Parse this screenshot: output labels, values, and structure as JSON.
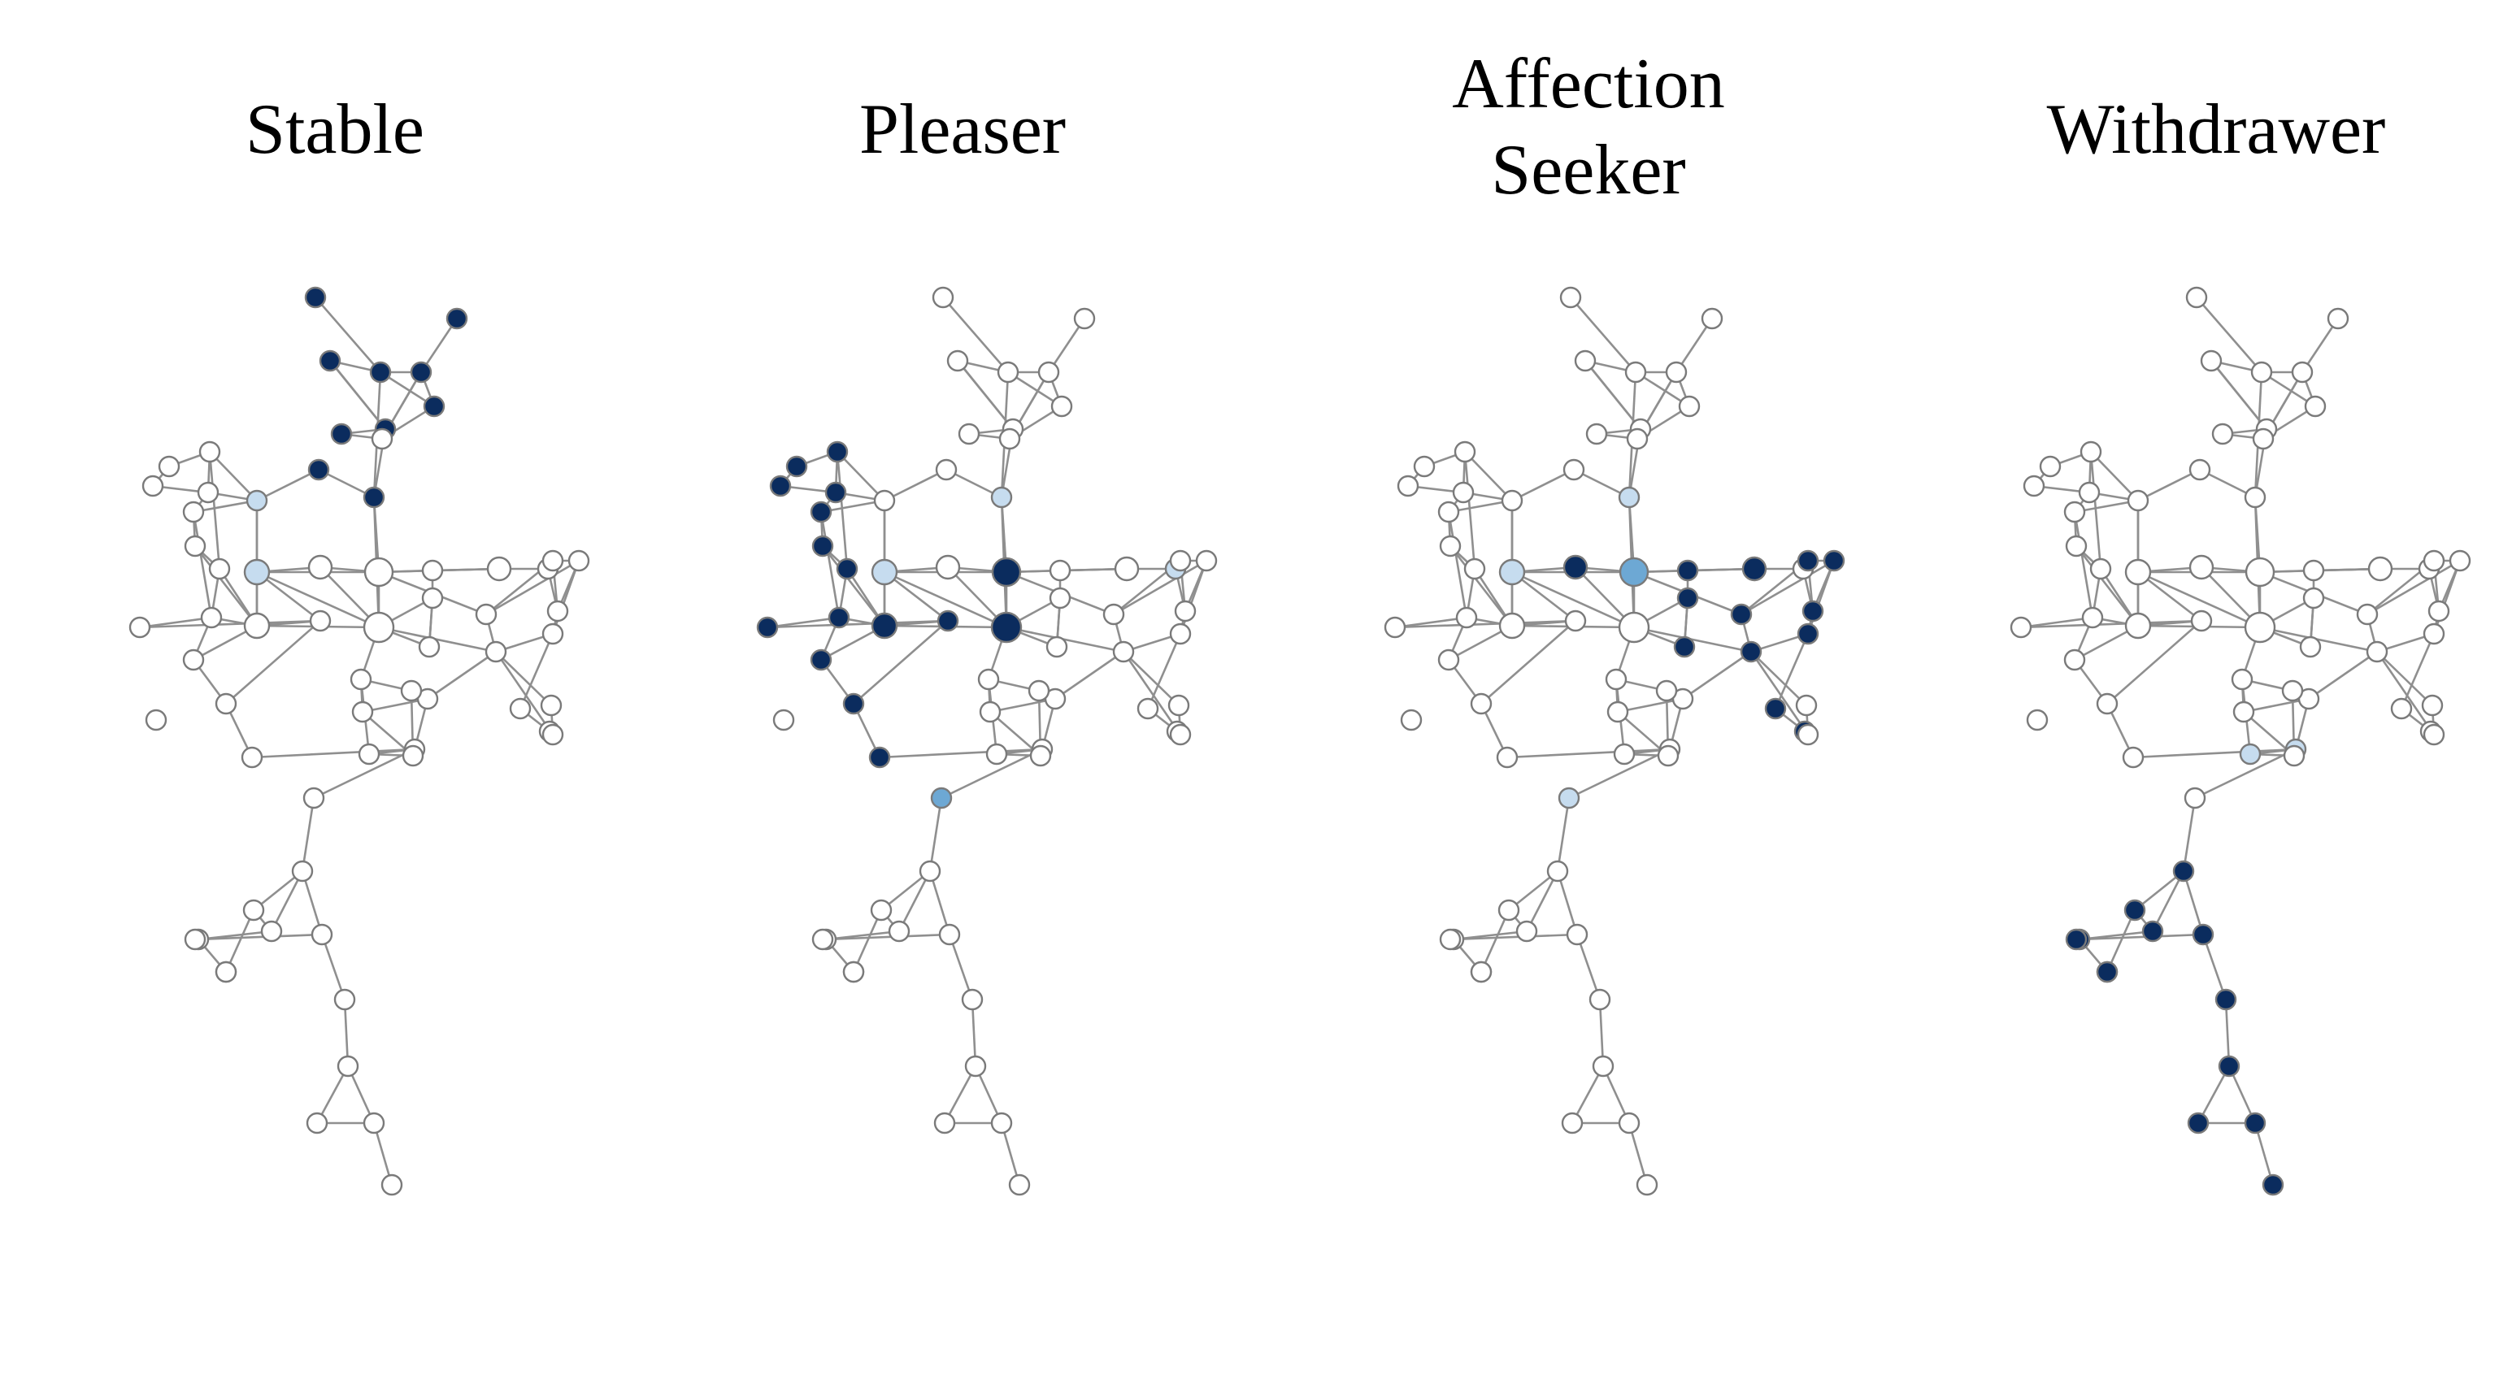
{
  "panels": [
    {
      "title_lines": [
        "Stable"
      ],
      "highlight": {
        "dark": [
          32,
          33,
          34,
          35,
          36,
          37,
          38,
          39,
          40,
          41
        ],
        "light": [
          30,
          2
        ]
      }
    },
    {
      "title_lines": [
        "Pleaser"
      ],
      "highlight": {
        "dark": [
          18,
          19,
          20,
          21,
          22,
          23,
          24,
          25,
          26,
          27,
          28,
          29,
          0,
          17,
          1,
          31
        ],
        "light": [
          2,
          5,
          40
        ],
        "mid": [
          48
        ]
      }
    },
    {
      "title_lines": [
        "Affection",
        "Seeker"
      ],
      "highlight": {
        "dark": [
          3,
          4,
          6,
          7,
          8,
          9,
          10,
          11,
          12,
          13,
          14,
          15,
          16
        ],
        "light": [
          2,
          40,
          48
        ],
        "mid": [
          1
        ]
      }
    },
    {
      "title_lines": [
        "Withdrawer"
      ],
      "highlight": {
        "dark": [
          49,
          50,
          51,
          52,
          53,
          54,
          55,
          56,
          57,
          58,
          59,
          60,
          61
        ],
        "light": [
          47,
          66
        ]
      }
    }
  ],
  "colors": {
    "dark": "#0b2c5e",
    "mid": "#6da8d4",
    "light": "#c6dcef",
    "base": "#ffffff",
    "edge": "#8f8f8f",
    "stroke": "#7a7a7a"
  }
}
